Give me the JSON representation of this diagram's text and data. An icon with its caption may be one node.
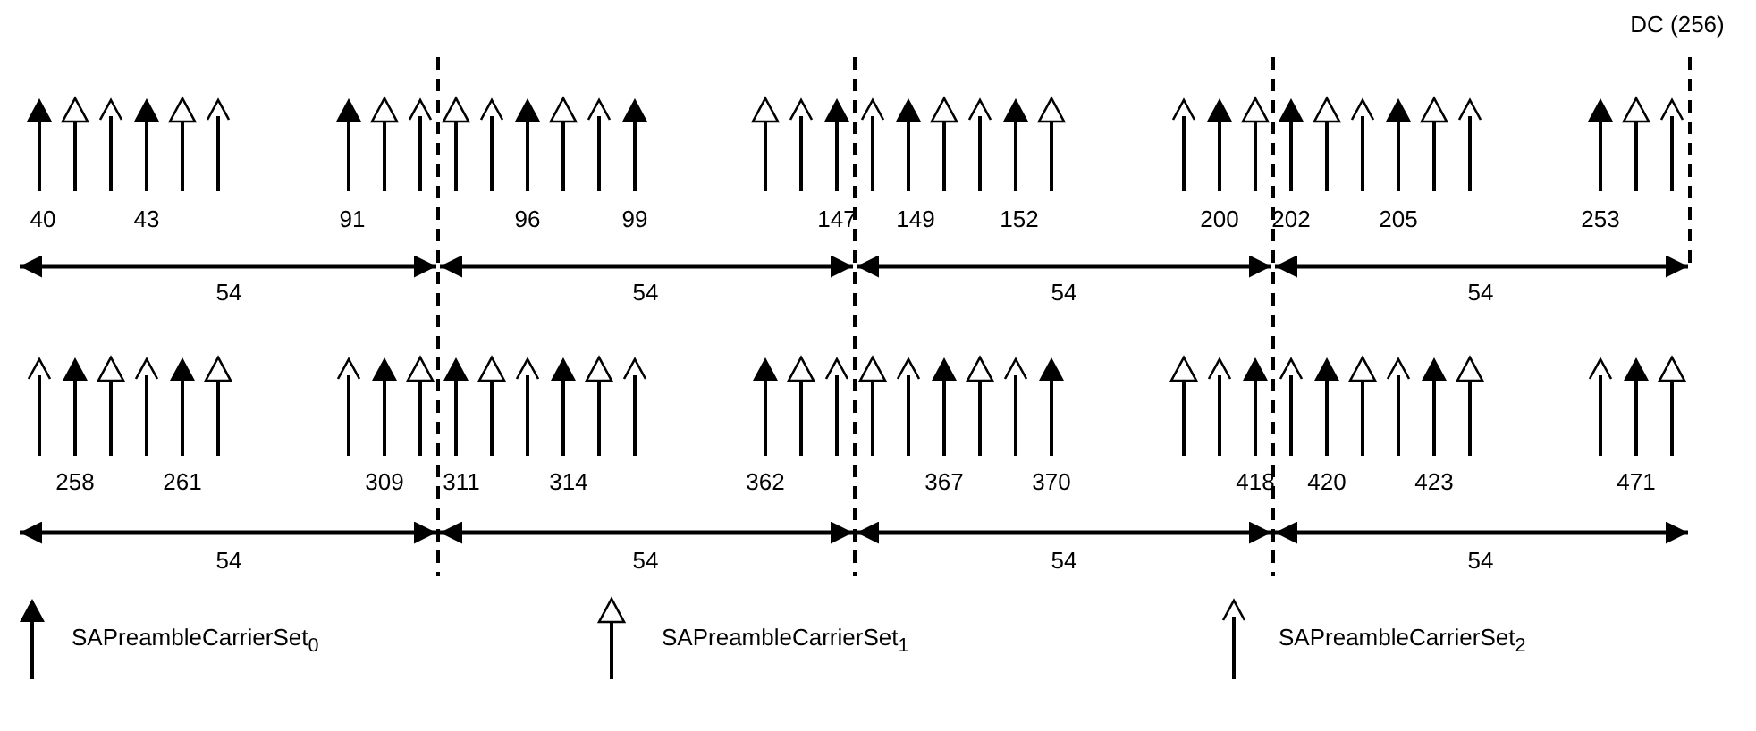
{
  "diagram": {
    "labels": [
      "DC (256)",
      "40",
      "43",
      "91",
      "96",
      "99",
      "147",
      "149",
      "152",
      "200",
      "202",
      "205",
      "253",
      "54",
      "54",
      "54",
      "54",
      "258",
      "261",
      "309",
      "311",
      "314",
      "362",
      "367",
      "370",
      "418",
      "420",
      "423",
      "471",
      "54",
      "54",
      "54",
      "54"
    ],
    "legend": [
      {
        "text": "SAPreambleCarrierSet$_{0}$"
      },
      {
        "text": "SAPreambleCarrierSet$_{1}$"
      },
      {
        "text": "SAPreambleCarrierSet$_{2}$"
      }
    ]
  }
}
